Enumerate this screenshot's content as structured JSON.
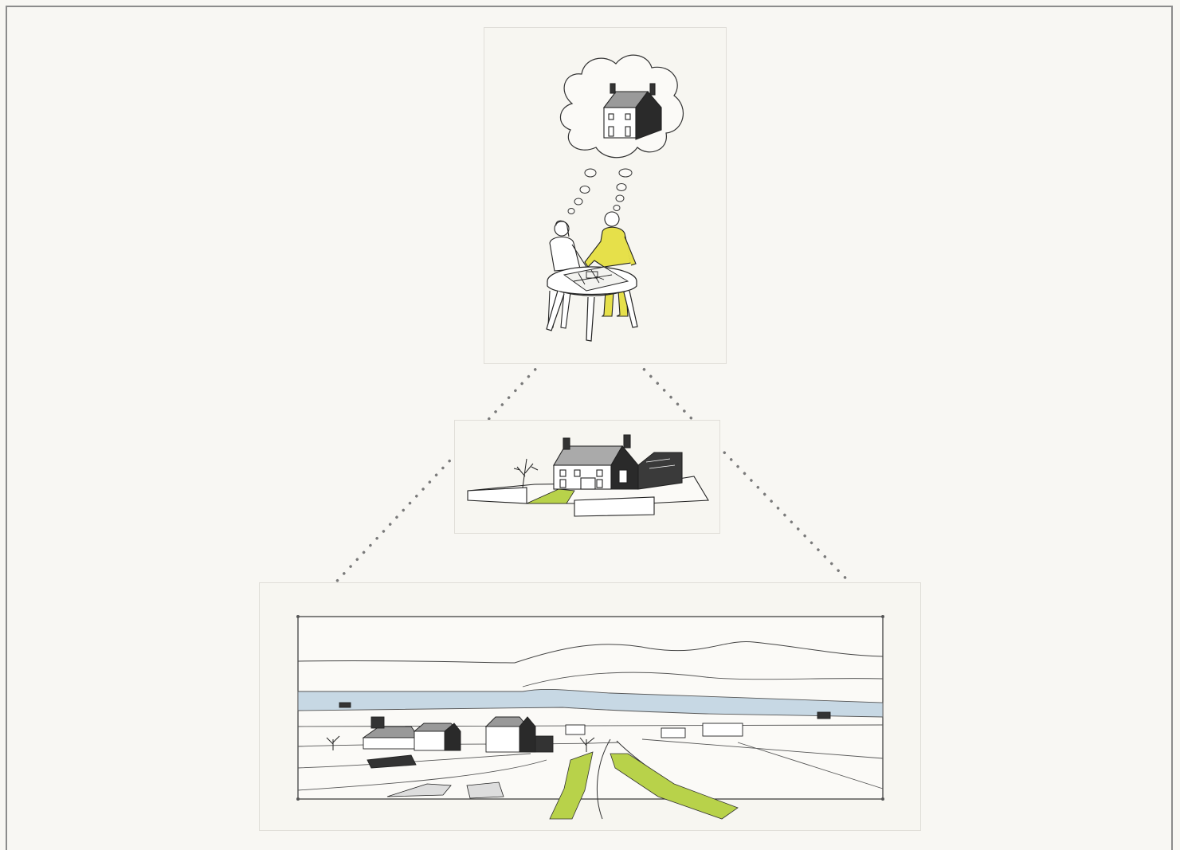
{
  "diagram": {
    "stages": [
      {
        "id": "design",
        "depicts": "two-people-planning-at-table"
      },
      {
        "id": "site",
        "depicts": "farmhouse-extension-on-plot"
      },
      {
        "id": "landscape",
        "depicts": "rural-landscape-with-loch-and-hills"
      }
    ],
    "colors": {
      "background": "#f8f7f3",
      "accent_yellow": "#e6e04a",
      "accent_green": "#b8d24a",
      "water_blue": "#c7d8e4",
      "ink": "#1a1a1a",
      "dots": "#7a7a7a"
    }
  }
}
